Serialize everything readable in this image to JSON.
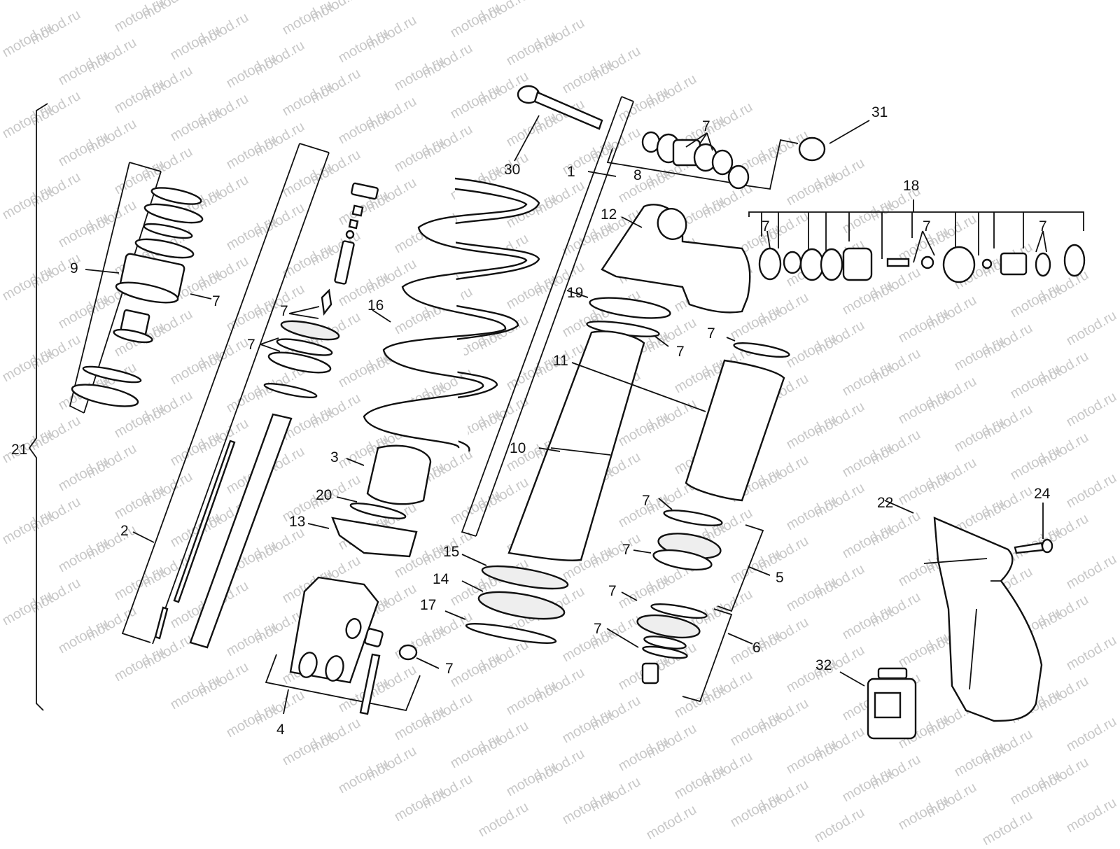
{
  "watermark": "motod.ru",
  "callouts": [
    {
      "id": "1",
      "label": "1"
    },
    {
      "id": "2",
      "label": "2"
    },
    {
      "id": "3",
      "label": "3"
    },
    {
      "id": "4",
      "label": "4"
    },
    {
      "id": "5",
      "label": "5"
    },
    {
      "id": "6",
      "label": "6"
    },
    {
      "id": "7",
      "label": "7"
    },
    {
      "id": "8",
      "label": "8"
    },
    {
      "id": "9",
      "label": "9"
    },
    {
      "id": "10",
      "label": "10"
    },
    {
      "id": "11",
      "label": "11"
    },
    {
      "id": "12",
      "label": "12"
    },
    {
      "id": "13",
      "label": "13"
    },
    {
      "id": "14",
      "label": "14"
    },
    {
      "id": "15",
      "label": "15"
    },
    {
      "id": "16",
      "label": "16"
    },
    {
      "id": "17",
      "label": "17"
    },
    {
      "id": "18",
      "label": "18"
    },
    {
      "id": "19",
      "label": "19"
    },
    {
      "id": "20",
      "label": "20"
    },
    {
      "id": "21",
      "label": "21"
    },
    {
      "id": "22",
      "label": "22"
    },
    {
      "id": "24",
      "label": "24"
    },
    {
      "id": "30",
      "label": "30"
    },
    {
      "id": "31",
      "label": "31"
    },
    {
      "id": "32",
      "label": "32"
    }
  ]
}
